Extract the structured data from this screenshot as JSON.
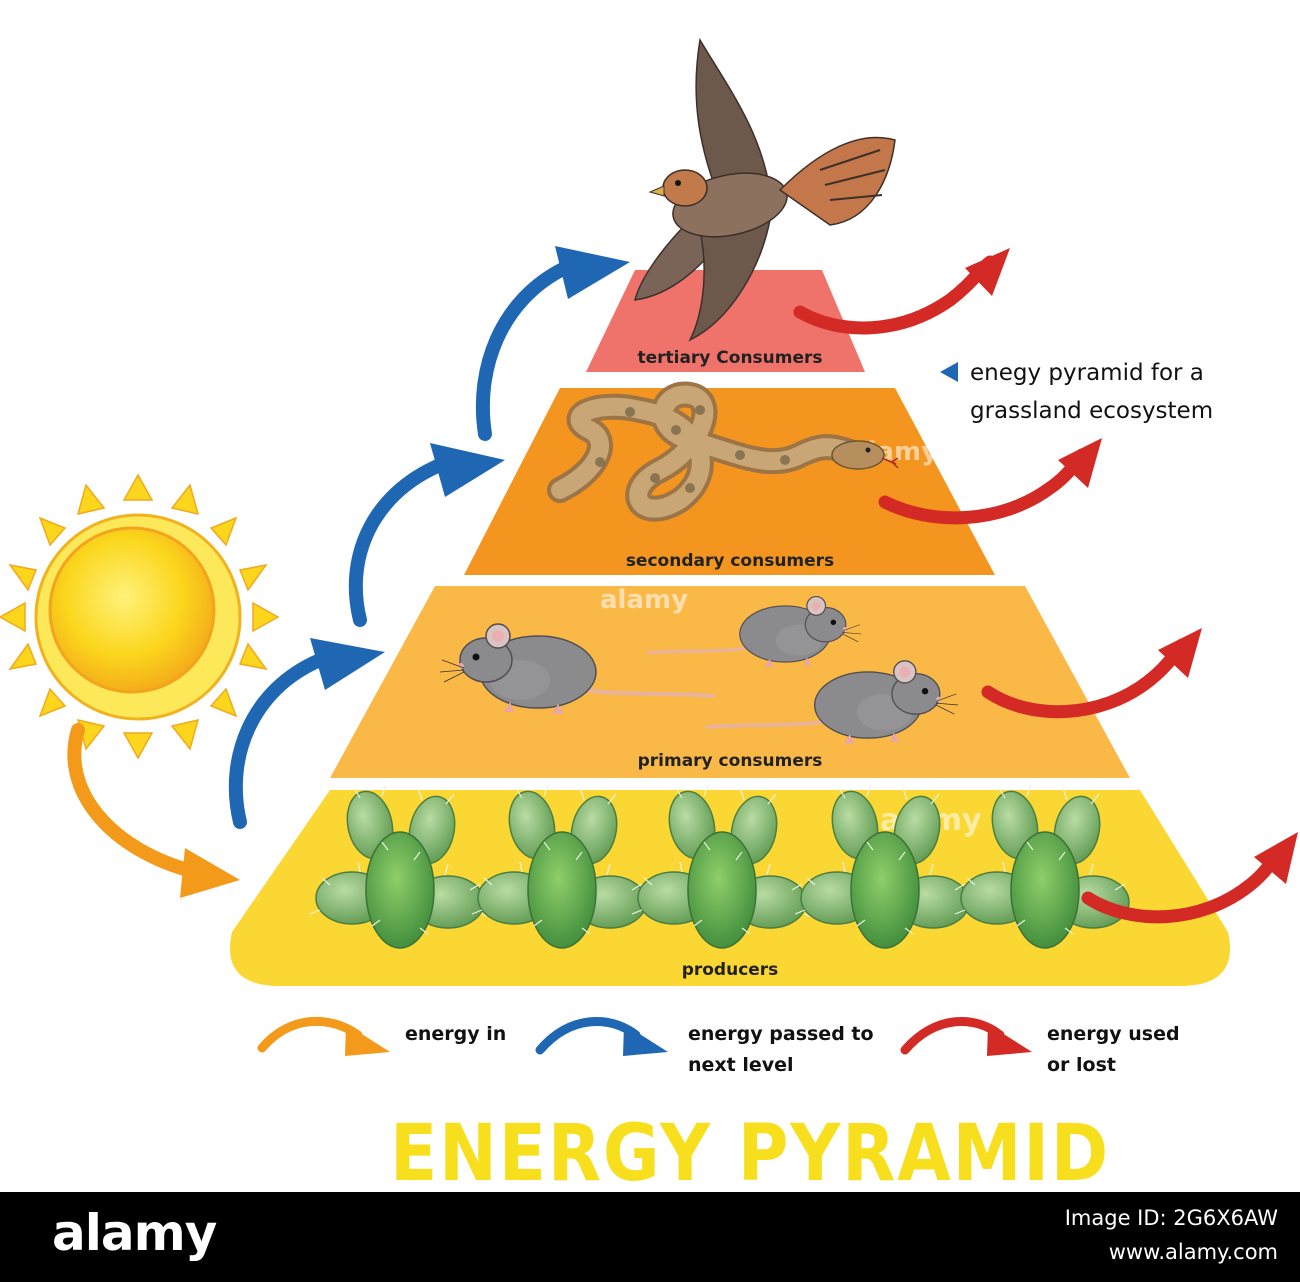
{
  "diagram": {
    "title": "ENERGY PYRAMID",
    "note": [
      "enegy pyramid for a",
      "grassland ecosystem"
    ],
    "levels": {
      "tertiary": "tertiary Consumers",
      "secondary": "secondary consumers",
      "primary": "primary consumers",
      "producers": "producers"
    },
    "legend": {
      "energy_in": "energy in",
      "passed": [
        "energy passed to",
        "next level"
      ],
      "used": [
        "energy used",
        "or lost"
      ]
    },
    "colors": {
      "tertiary": "#f0736b",
      "secondary": "#f3951f",
      "primary": "#fab847",
      "producers": "#fad732",
      "arrow_in": "#f39a1a",
      "arrow_next": "#1f66b3",
      "arrow_lost": "#d42a25",
      "title": "#f7df1e"
    },
    "icons": [
      "sun-icon",
      "hawk-icon",
      "snake-icon",
      "mouse-icon",
      "cactus-icon"
    ]
  },
  "watermark": {
    "text": "alamy",
    "image_id": "Image ID: 2G6X6AW",
    "url": "www.alamy.com"
  }
}
